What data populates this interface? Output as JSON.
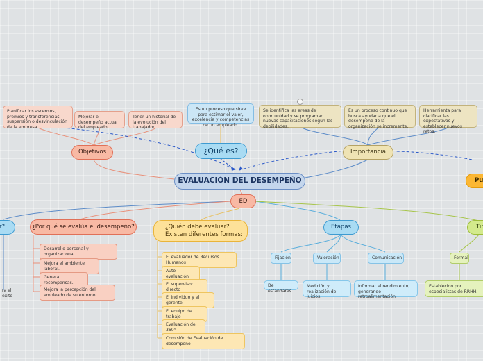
{
  "root": {
    "label": "EVALUACIÓN DEL DESEMPEÑO"
  },
  "info_marker": "i",
  "que_es": {
    "label": "¿Qué es?",
    "card": "Es un proceso que sirve para estimar el valor, excelencia y competencias de un empleado."
  },
  "objetivos": {
    "label": "Objetivos",
    "cards": [
      "Planificar los ascensos, premios y transferencias, suspensión o desvinculación de la empresa.",
      "Mejorar el desempeño actual del empleado.",
      "Tener un historial de la evolución del trabajador."
    ]
  },
  "importancia": {
    "label": "Importancia",
    "cards": [
      "Se identifica las areas de oportunidad y se programan nuevas capacitaciones según las debilidades.",
      "Es un proceso continuo que busca ayudar a que el desempeño de la organización se incremente.",
      "Herramienta para clarificar las expectativas y establecer nuevos retos."
    ]
  },
  "puntos_cut": "Pu",
  "ed": {
    "label": "ED"
  },
  "para_que": {
    "label_cut": "r?",
    "leaf_cut": "ra el éxito"
  },
  "por_que": {
    "label": "¿Por qué se evalúa el desempeño?",
    "items": [
      "Desarrollo personal y organizacional",
      "Mejora el ambiente laboral.",
      "Genera recompensas.",
      "Mejora la percepción del empleado de su entorno."
    ]
  },
  "quien": {
    "label_line1": "¿Quién debe evaluar?",
    "label_line2": "Existen diferentes formas:",
    "items": [
      "El evaluador de Recursos Humanos",
      "Auto evaluación",
      "El supervisor directo",
      "El individuo y el gerente",
      "El equipo de trabajo",
      "Evaluación de 360°",
      "Comisión de Evaluación de desempeño"
    ]
  },
  "etapas": {
    "label": "Etapas",
    "stages": [
      {
        "name": "Fijación",
        "desc": "De estandares"
      },
      {
        "name": "Valoración",
        "desc": "Medición y realización de juicios."
      },
      {
        "name": "Comunicación",
        "desc": "Informar el rendimiento, generando retroalimentación"
      }
    ]
  },
  "tipos": {
    "label_cut": "Tip",
    "sub": "Formal",
    "desc_cut": "Establecido por especialistas de RRHH."
  }
}
